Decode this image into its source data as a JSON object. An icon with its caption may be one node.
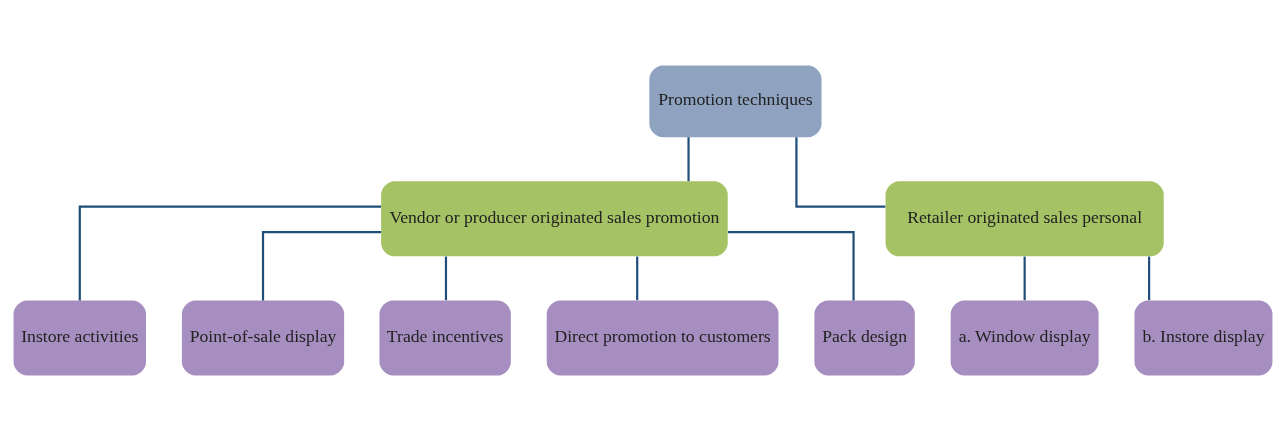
{
  "diagram": {
    "nodes": [
      {
        "text": [
          "Promotion techniques"
        ]
      },
      {
        "text": [
          "Vendor or producer originated sales promotion"
        ]
      },
      {
        "text": [
          "Retailer originated sales personal"
        ]
      },
      {
        "text": [
          "Instore activities"
        ]
      },
      {
        "text": [
          "Point-of-sale display"
        ]
      },
      {
        "text": [
          "Trade incentives"
        ]
      },
      {
        "text": [
          "Direct promotion to customers"
        ]
      },
      {
        "text": [
          "Pack design"
        ]
      },
      {
        "text": [
          "a. Window display"
        ]
      },
      {
        "text": [
          "b. Instore display"
        ]
      }
    ],
    "edges": [
      {
        "from": 0,
        "to": 1,
        "arrow": "none"
      },
      {
        "from": 0,
        "to": 2,
        "arrow": "none"
      },
      {
        "from": 1,
        "to": 3,
        "arrow": "none"
      },
      {
        "from": 1,
        "to": 4,
        "arrow": "none"
      },
      {
        "from": 1,
        "to": 5,
        "arrow": "none"
      },
      {
        "from": 1,
        "to": 6,
        "arrow": "none"
      },
      {
        "from": 1,
        "to": 7,
        "arrow": "none"
      },
      {
        "from": 2,
        "to": 8,
        "arrow": "none"
      },
      {
        "from": 2,
        "to": 9,
        "arrow": "none"
      }
    ]
  }
}
